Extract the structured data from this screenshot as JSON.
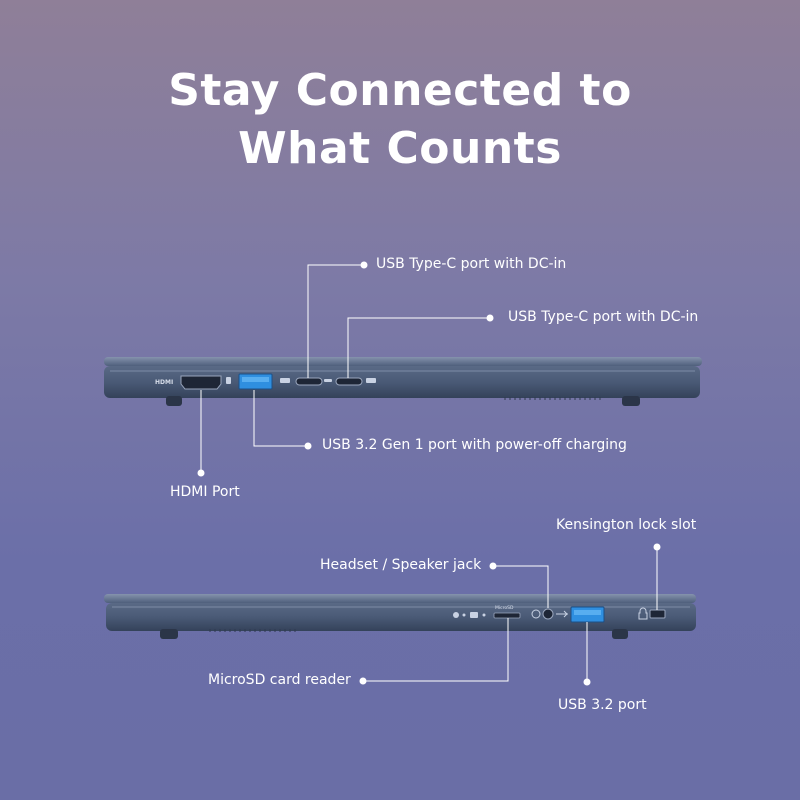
{
  "headline": {
    "line1": "Stay Connected to",
    "line2": "What Counts"
  },
  "top_view": {
    "port_hdmi_mark": "HDMI",
    "callouts": {
      "usbc_1": "USB Type-C port with DC-in",
      "usbc_2": "USB Type-C port with DC-in",
      "usb_gen1": "USB 3.2 Gen 1 port with power-off charging",
      "hdmi": "HDMI Port"
    }
  },
  "bottom_view": {
    "port_sd_mark": "MicroSD",
    "callouts": {
      "kensington": "Kensington lock slot",
      "headset": "Headset / Speaker jack",
      "microsd": "MicroSD card reader",
      "usb32": "USB 3.2 port"
    }
  },
  "colors": {
    "laptop_body": "#4a5a75",
    "laptop_edge": "#7c8aa4",
    "usb_blue": "#2f8fe0",
    "line": "#ffffff"
  }
}
